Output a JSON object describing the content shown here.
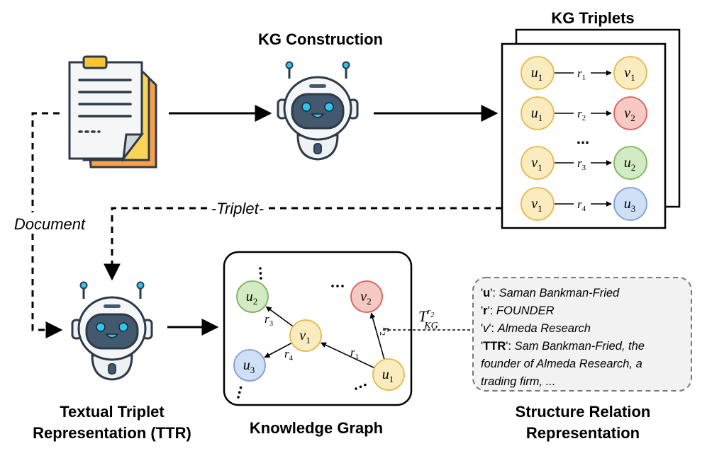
{
  "titles": {
    "kg_construction": "KG Construction",
    "kg_triplets": "KG Triplets",
    "ttr_line1": "Textual Triplet",
    "ttr_line2": "Representation (TTR)",
    "knowledge_graph": "Knowledge Graph",
    "srr_line1": "Structure Relation",
    "srr_line2": "Representation"
  },
  "edge_labels": {
    "document": "Document",
    "triplet": "-Triplet-"
  },
  "triplets": [
    {
      "head": "u",
      "head_sub": "1",
      "rel": "r",
      "rel_sub": "1",
      "tail": "v",
      "tail_sub": "1"
    },
    {
      "head": "u",
      "head_sub": "1",
      "rel": "r",
      "rel_sub": "2",
      "tail": "v",
      "tail_sub": "2"
    },
    {
      "head": "v",
      "head_sub": "1",
      "rel": "r",
      "rel_sub": "3",
      "tail": "u",
      "tail_sub": "2"
    },
    {
      "head": "v",
      "head_sub": "1",
      "rel": "r",
      "rel_sub": "4",
      "tail": "u",
      "tail_sub": "3"
    }
  ],
  "triplet_ellipsis": "...",
  "graph": {
    "nodes": {
      "u2": {
        "name": "u",
        "sub": "2"
      },
      "v1": {
        "name": "v",
        "sub": "1"
      },
      "v2": {
        "name": "v",
        "sub": "2"
      },
      "u3": {
        "name": "u",
        "sub": "3"
      },
      "u1": {
        "name": "u",
        "sub": "1"
      }
    },
    "edges": {
      "r1": {
        "name": "r",
        "sub": "1"
      },
      "r2": {
        "name": "r",
        "sub": "2"
      },
      "r3": {
        "name": "r",
        "sub": "3"
      },
      "r4": {
        "name": "r",
        "sub": "4"
      }
    },
    "dots": ". . ."
  },
  "structure_token": {
    "base": "T",
    "sup": "r",
    "sup_sub": "2",
    "sub": "KG"
  },
  "srr_note": {
    "u_key": "u",
    "u_sep": "'",
    "u_val": "Saman Bankman-Fried",
    "r_key": "r",
    "r_val": "FOUNDER",
    "v_key": "v",
    "v_val": "Almeda Research",
    "ttr_key": "TTR",
    "ttr_val_1": "Sam Bankman-Fried, the",
    "ttr_val_2": "founder of Almeda Research, a",
    "ttr_val_3": "trading firm, ..."
  },
  "colors": {
    "yellow_fill": "#fbecc0",
    "yellow_stroke": "#e3b94f",
    "red_fill": "#f7c9c4",
    "red_stroke": "#d9625a",
    "green_fill": "#d3ebc5",
    "green_stroke": "#7db55e",
    "blue_fill": "#cfdff5",
    "blue_stroke": "#7f9fd6",
    "robot_face": "#435a6e",
    "robot_eye": "#2ec6ee",
    "doc_orange": "#f7a24a"
  }
}
